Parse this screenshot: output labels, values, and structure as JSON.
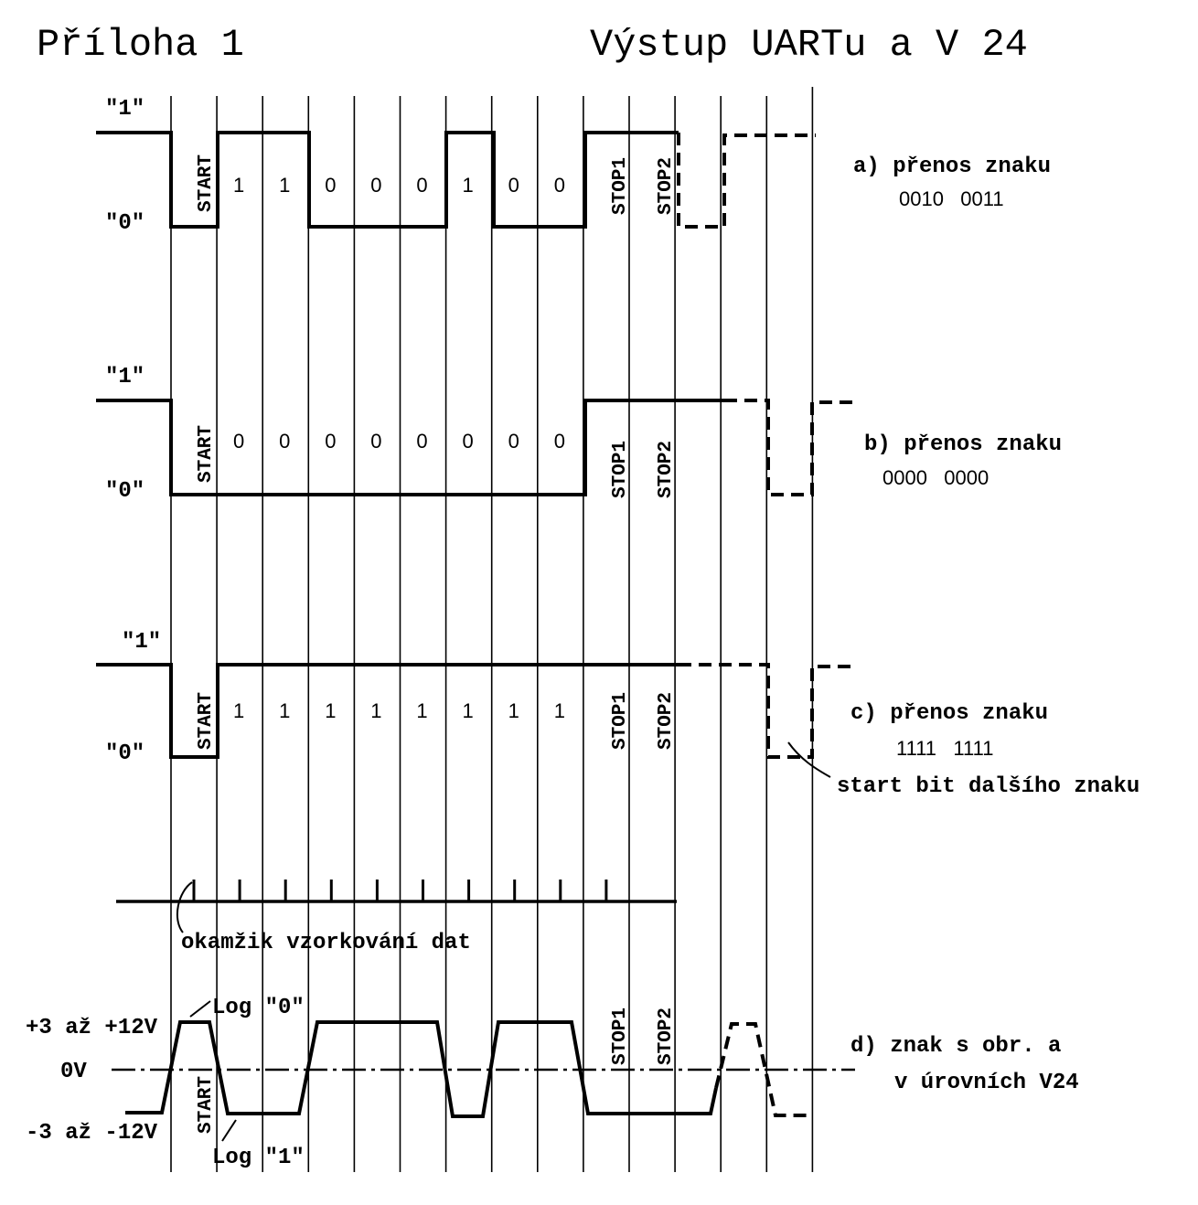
{
  "title_left": "Příloha 1",
  "title_right": "Výstup UARTu a V 24",
  "level_one": "\"1\"",
  "level_zero": "\"0\"",
  "start": "START",
  "stop1": "STOP1",
  "stop2": "STOP2",
  "a": {
    "caption": "a) přenos znaku",
    "code": "0010   0011",
    "bits": [
      "1",
      "1",
      "0",
      "0",
      "0",
      "1",
      "0",
      "0"
    ]
  },
  "b": {
    "caption": "b) přenos znaku",
    "code": "0000   0000",
    "bits": [
      "0",
      "0",
      "0",
      "0",
      "0",
      "0",
      "0",
      "0"
    ]
  },
  "c": {
    "caption": "c) přenos znaku",
    "code": "1111   1111",
    "bits": [
      "1",
      "1",
      "1",
      "1",
      "1",
      "1",
      "1",
      "1"
    ],
    "note": "start bit dalšího znaku"
  },
  "sampling_note": "okamžik vzorkování dat",
  "d": {
    "caption": "d) znak s obr. a",
    "caption2": "v úrovních V24",
    "high_level": "+3 až +12V",
    "zero_level": "0V",
    "low_level": "-3 až -12V",
    "log0": "Log \"0\"",
    "log1": "Log \"1\""
  }
}
